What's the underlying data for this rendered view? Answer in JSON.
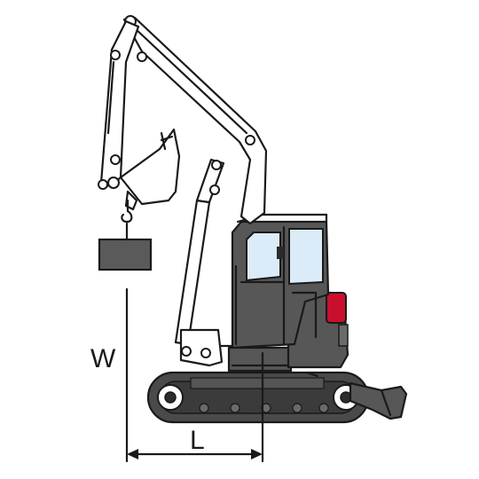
{
  "dimensions": {
    "height_label": "W",
    "reach_label": "L"
  },
  "colors": {
    "cab_body": "#575757",
    "window_glass": "#dcebf8",
    "tail_light": "#c8102e",
    "load_block": "#5a5a5a",
    "line": "#1a1a1a"
  },
  "icons": {
    "machine": "mini-excavator-icon",
    "load": "suspended-load-block"
  }
}
